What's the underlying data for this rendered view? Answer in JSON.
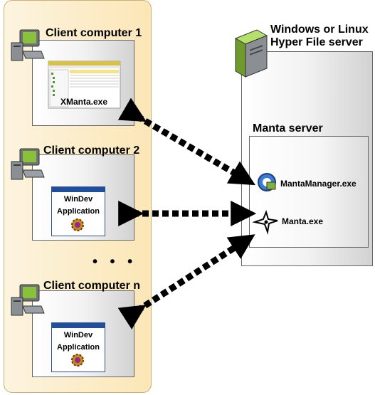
{
  "clients": [
    {
      "label": "Client computer 1",
      "app_label": "XManta.exe"
    },
    {
      "label": "Client computer 2",
      "app_line1": "WinDev",
      "app_line2": "Application"
    },
    {
      "label": "Client computer n",
      "app_line1": "WinDev",
      "app_line2": "Application"
    }
  ],
  "ellipsis": "• • •",
  "server": {
    "title_line1": "Windows or Linux",
    "title_line2": "Hyper File server",
    "manta_server_title": "Manta server",
    "processes": [
      {
        "label": "MantaManager.exe",
        "icon": "manta-manager-icon"
      },
      {
        "label": "Manta.exe",
        "icon": "manta-star-icon"
      }
    ]
  },
  "colors": {
    "client_panel_start": "#fdf4df",
    "client_panel_end": "#fbe6b6",
    "arrow": "#000000",
    "app_titlebar": "#1f4e9c",
    "server_green": "#8dc63f"
  }
}
